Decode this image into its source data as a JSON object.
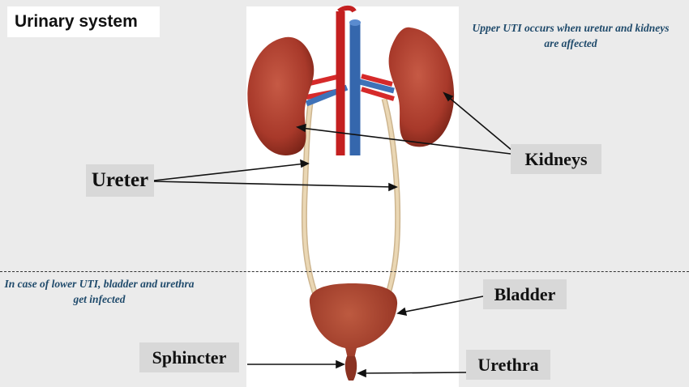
{
  "title": "Urinary system",
  "notes": {
    "upper": "Upper UTI occurs when uretur and kidneys are affected",
    "lower": "In case of lower UTI, bladder and urethra get infected"
  },
  "labels": {
    "ureter": "Ureter",
    "kidneys": "Kidneys",
    "bladder": "Bladder",
    "sphincter": "Sphincter",
    "urethra": "Urethra"
  },
  "colors": {
    "kidney": "#a8392a",
    "artery": "#d62a2a",
    "vein": "#3f72b8",
    "ureter_tube": "#e3cda8",
    "bladder": "#9c3a28",
    "note_text": "#1f4a6b",
    "label_bg": "#d8d8d8"
  }
}
